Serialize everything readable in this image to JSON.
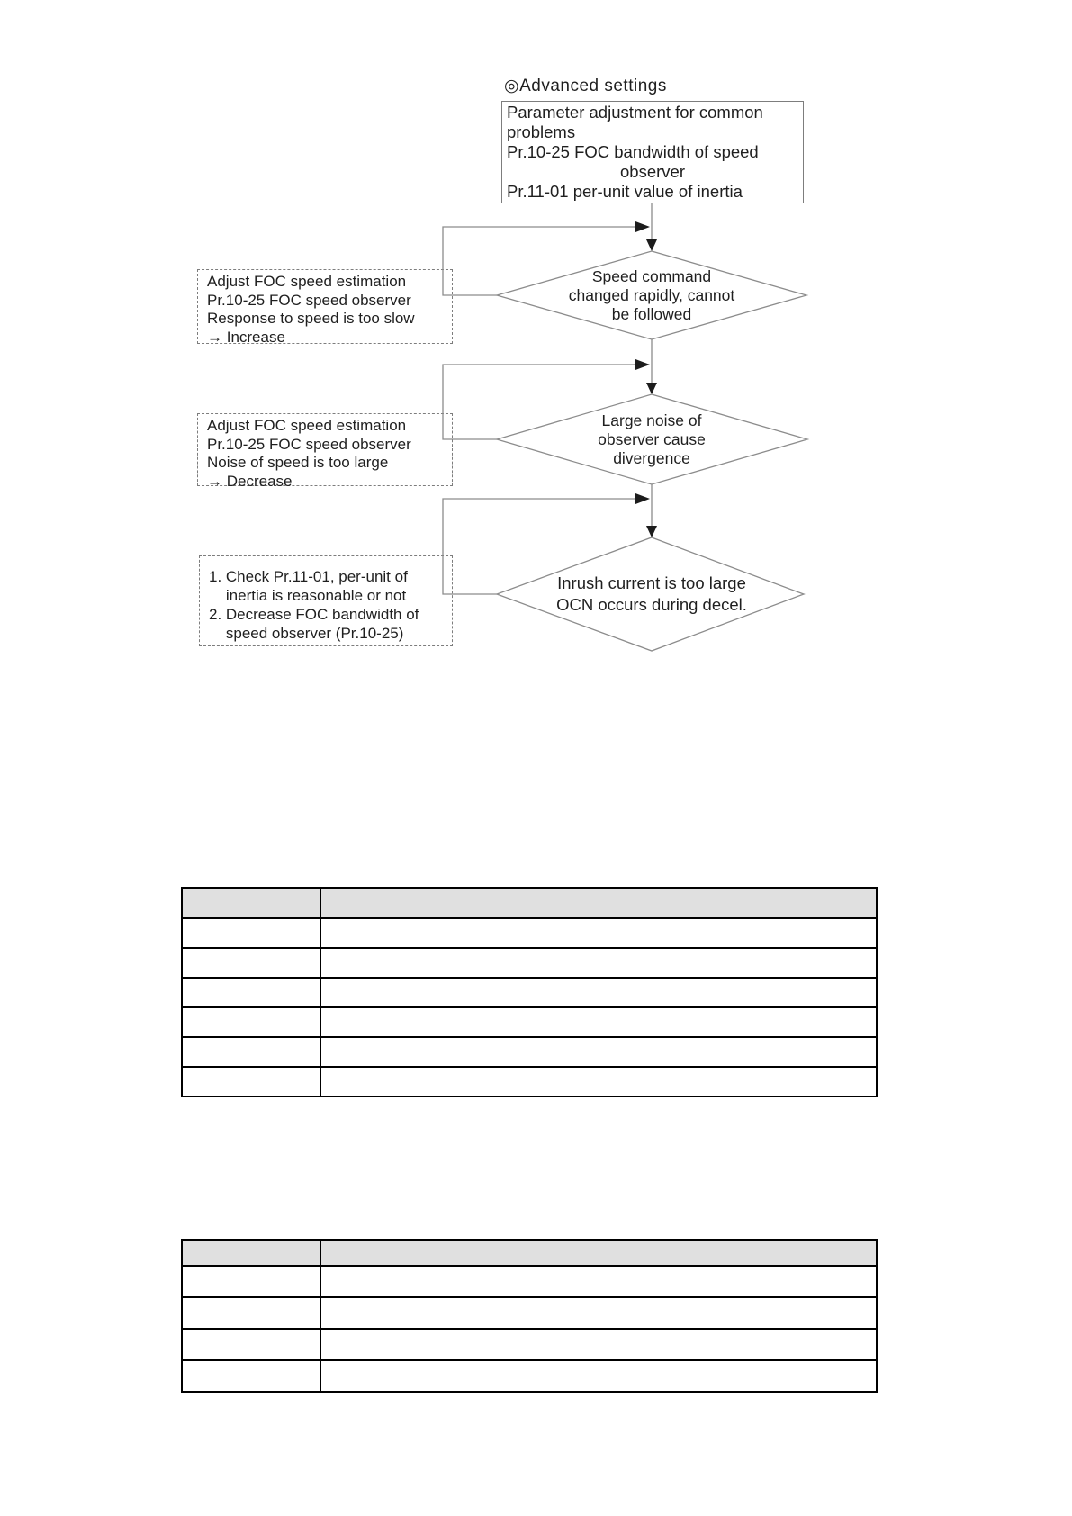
{
  "flowchart": {
    "title": "◎Advanced settings",
    "top_box": {
      "lines": [
        "Parameter adjustment for common",
        "problems",
        "Pr.10-25 FOC bandwidth of speed",
        "observer",
        "Pr.11-01 per-unit value of inertia"
      ]
    },
    "diamonds": [
      {
        "text": "Speed command\nchanged rapidly, cannot\nbe followed"
      },
      {
        "text": "Large noise of\nobserver cause\ndivergence"
      },
      {
        "text": "Inrush current is too large\nOCN occurs during decel."
      }
    ],
    "remedies": [
      {
        "text": "Adjust FOC speed estimation\nPr.10-25 FOC speed observer\nResponse to speed is too slow\n→ Increase"
      },
      {
        "text": "Adjust FOC speed estimation\nPr.10-25 FOC speed observer\nNoise of speed is too large\n→ Decrease"
      },
      {
        "text": "1. Check Pr.11-01, per-unit of\n    inertia is reasonable or not\n2. Decrease FOC bandwidth of\n    speed observer (Pr.10-25)"
      }
    ],
    "colors": {
      "connector_line": "#8c8c8c",
      "shape_outline": "#8c8c8c",
      "arrowhead": "#1c1c1c",
      "text": "#1f1f1f"
    }
  },
  "tables": {
    "table1": {
      "headers": [
        "",
        ""
      ],
      "rows": [
        [
          "",
          ""
        ],
        [
          "",
          ""
        ],
        [
          "",
          ""
        ],
        [
          "",
          ""
        ],
        [
          "",
          ""
        ],
        [
          "",
          ""
        ]
      ],
      "header_fill": "#e0e0e0",
      "border_color": "#000000"
    },
    "table2": {
      "headers": [
        "",
        ""
      ],
      "rows": [
        [
          "",
          ""
        ],
        [
          "",
          ""
        ],
        [
          "",
          ""
        ],
        [
          "",
          ""
        ]
      ],
      "header_fill": "#e0e0e0",
      "border_color": "#000000"
    }
  }
}
